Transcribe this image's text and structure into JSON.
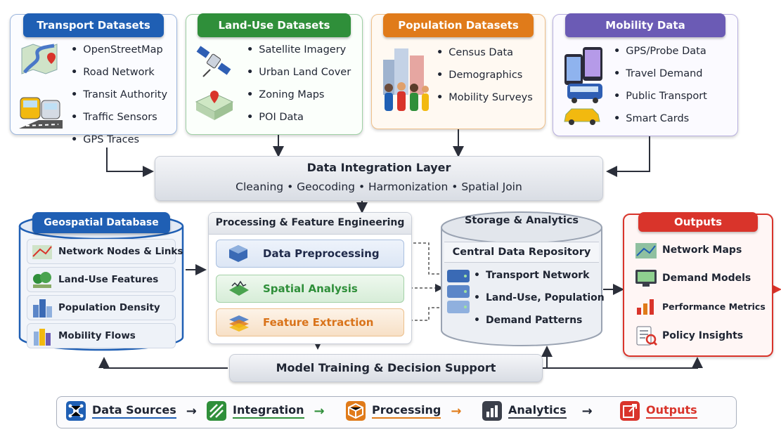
{
  "colors": {
    "transport": "#1f5fb4",
    "landuse": "#2f8f3a",
    "population": "#e07b1a",
    "mobility": "#6b5bb5",
    "geo": "#1f5fb4",
    "outputs": "#d9342b"
  },
  "transport": {
    "title": "Transport Datasets",
    "items": [
      "OpenStreetMap",
      "Road Network",
      "Transit Authority",
      "Traffic Sensors",
      "GPS Traces"
    ]
  },
  "landuse": {
    "title": "Land-Use Datasets",
    "items": [
      "Satellite Imagery",
      "Urban Land Cover",
      "Zoning Maps",
      "POI Data"
    ]
  },
  "population": {
    "title": "Population Datasets",
    "items": [
      "Census Data",
      "Demographics",
      "Mobility Surveys"
    ]
  },
  "mobility": {
    "title": "Mobility Data",
    "items": [
      "GPS/Probe Data",
      "Travel Demand",
      "Public Transport",
      "Smart Cards"
    ]
  },
  "integration": {
    "title": "Data Integration Layer",
    "steps": [
      "Cleaning",
      "Geocoding",
      "Harmonization",
      "Spatial Join"
    ]
  },
  "geo": {
    "title": "Geospatial Database",
    "items": [
      "Network Nodes & Links",
      "Land-Use Features",
      "Population Density",
      "Mobility Flows"
    ]
  },
  "processing": {
    "title": "Processing & Feature Engineering",
    "items": [
      "Data Preprocessing",
      "Spatial Analysis",
      "Feature Extraction"
    ]
  },
  "storage": {
    "title": "Storage & Analytics",
    "repo": "Central Data Repository",
    "items": [
      "Transport Network",
      "Land-Use, Population",
      "Demand Patterns"
    ]
  },
  "outputs": {
    "title": "Outputs",
    "items": [
      "Network Maps",
      "Demand Models",
      "Performance Metrics",
      "Policy Insights"
    ]
  },
  "model": {
    "title": "Model Training & Decision Support"
  },
  "legend": {
    "items": [
      "Data Sources",
      "Integration",
      "Processing",
      "Analytics",
      "Outputs"
    ]
  }
}
